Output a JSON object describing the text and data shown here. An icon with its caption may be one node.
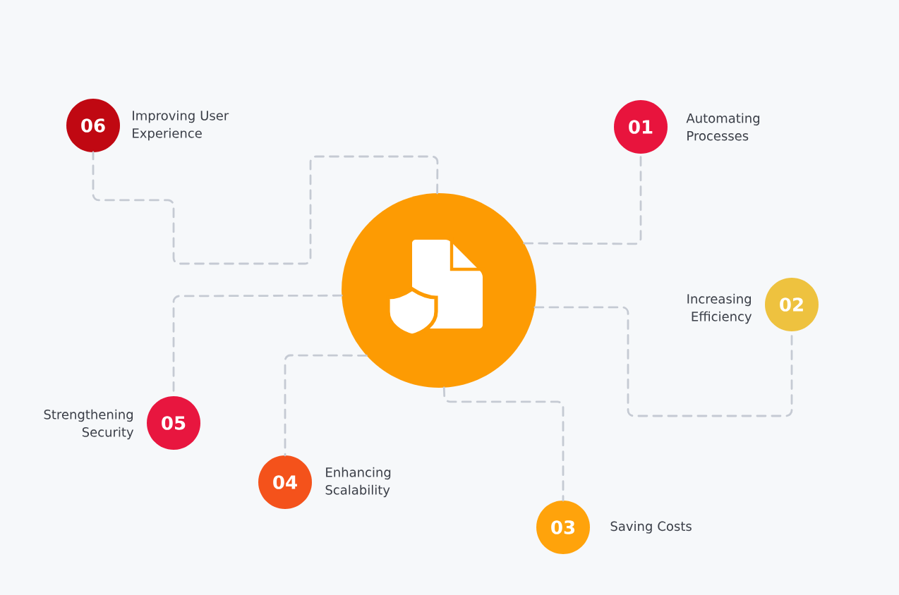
{
  "diagram": {
    "nodes": [
      {
        "text": [],
        "shape": "circle"
      },
      {
        "text": [
          "01"
        ],
        "beside": [
          "Automating Processes"
        ]
      },
      {
        "text": [
          "02"
        ],
        "beside": [
          "Increasing Efficiency"
        ]
      },
      {
        "text": [
          "03"
        ],
        "beside": [
          "Saving Costs"
        ]
      },
      {
        "text": [
          "04"
        ],
        "beside": [
          "Enhancing Scalability"
        ]
      },
      {
        "text": [
          "05"
        ],
        "beside": [
          "Strengthening Security"
        ]
      },
      {
        "text": [
          "06"
        ],
        "beside": [
          "Improving User Experience"
        ]
      }
    ],
    "edges": [
      {
        "from": 0,
        "to": 1,
        "arrow": "none",
        "style": "dashed"
      },
      {
        "from": 0,
        "to": 2,
        "arrow": "none",
        "style": "dashed"
      },
      {
        "from": 0,
        "to": 3,
        "arrow": "none",
        "style": "dashed"
      },
      {
        "from": 0,
        "to": 4,
        "arrow": "none",
        "style": "dashed"
      },
      {
        "from": 0,
        "to": 5,
        "arrow": "none",
        "style": "dashed"
      },
      {
        "from": 0,
        "to": 6,
        "arrow": "none",
        "style": "dashed"
      }
    ]
  }
}
